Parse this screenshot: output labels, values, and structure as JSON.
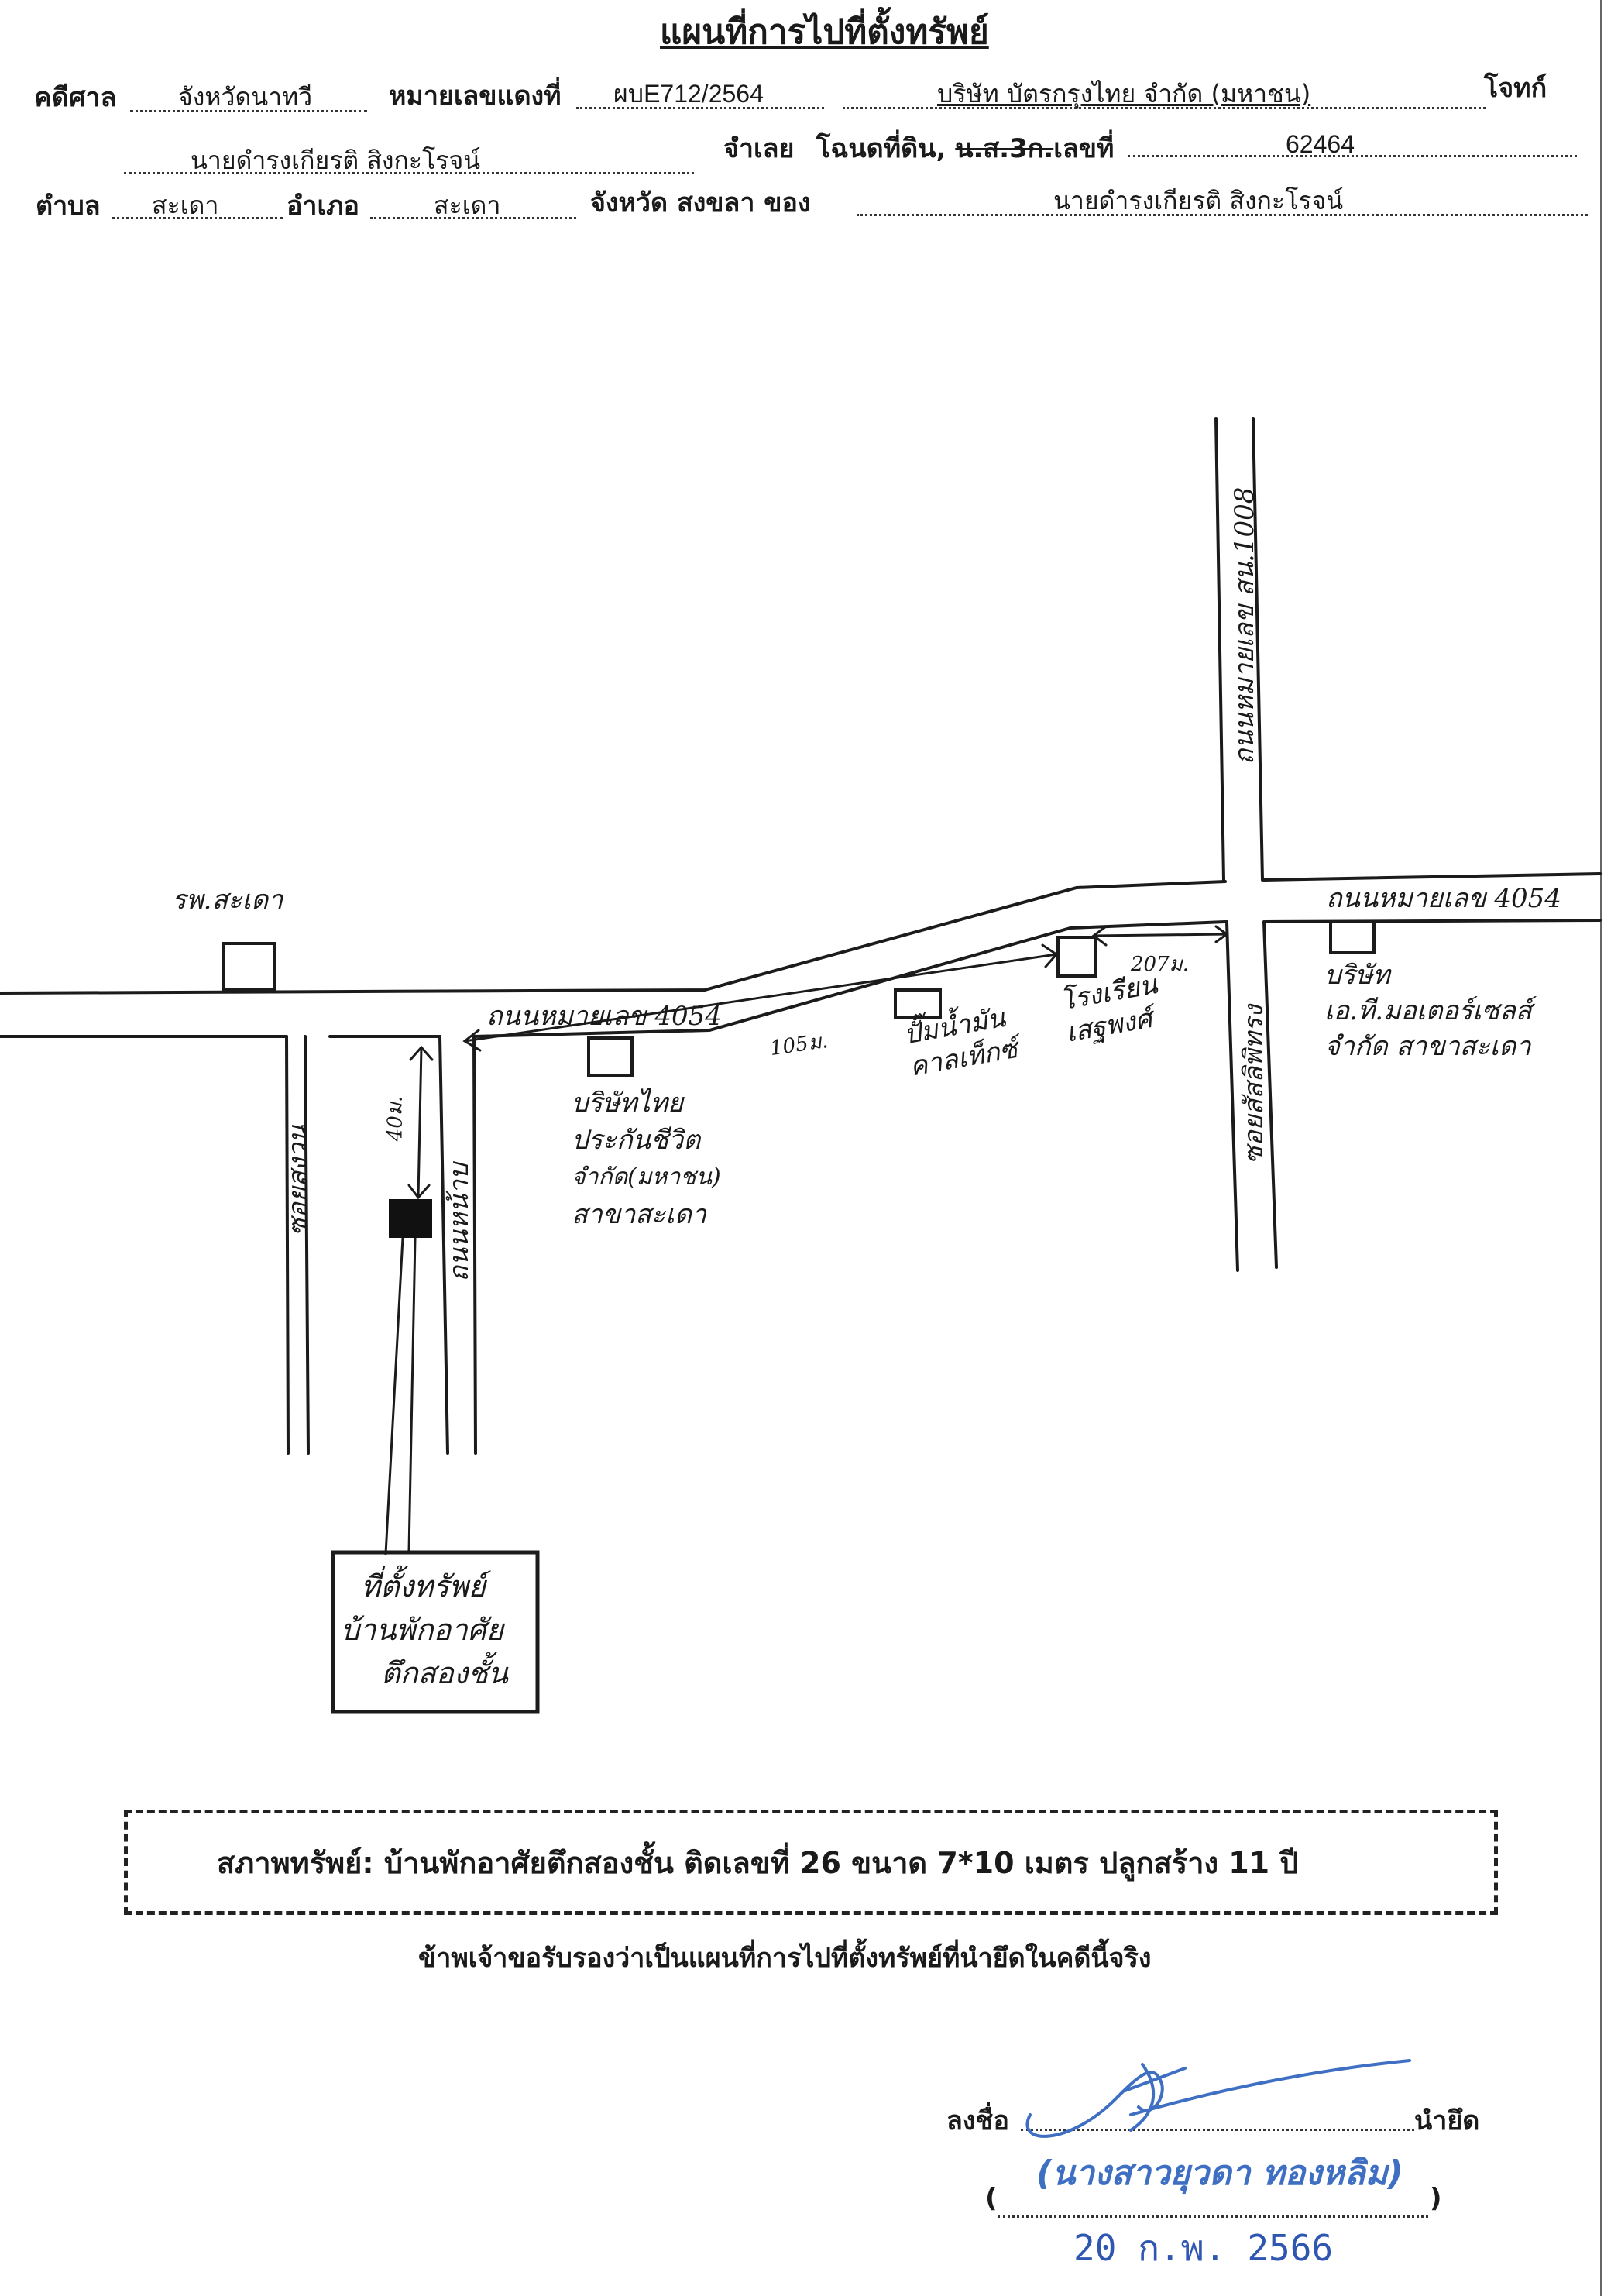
{
  "header": {
    "title": "แผนที่การไปที่ตั้งทรัพย์",
    "court_label": "คดีศาล",
    "court_value": "จังหวัดนาทวี",
    "red_case_label": "หมายเลขแดงที่",
    "red_case_value": "ผบE712/2564",
    "plaintiff_value": "บริษัท บัตรกรุงไทย จำกัด (มหาชน)",
    "plaintiff_label": "โจทก์",
    "defendant_value": "นายดำรงเกียรติ สิงกะโรจน์",
    "defendant_label": "จำเลย",
    "deed_label_a": "โฉนดที่ดิน,",
    "deed_label_struck": "น.ส.3ก.",
    "deed_label_b": "เลขที่",
    "deed_value": "62464",
    "subdistrict_label": "ตำบล",
    "subdistrict_value": "สะเดา",
    "district_label": "อำเภอ",
    "district_value": "สะเดา",
    "province_label": "จังหวัด สงขลา ของ",
    "owner_value": "นายดำรงเกียรติ สิงกะโรจน์"
  },
  "map": {
    "hospital": "รพ.สะเดา",
    "road_main_left": "ถนนหมายเลข 4054",
    "road_main_right": "ถนนหมายเลข 4054",
    "road_north": "ถนนหมายเลข สน.1008",
    "soi_left": "ซอยสงวน",
    "soi_right": "ซอยสัสลิพิทรง",
    "road_side": "ถนนหน้าบ",
    "dist_vertical": "40ม.",
    "dist_mid": "105ม.",
    "dist_right": "207ม.",
    "insurance": [
      "บริษัทไทย",
      "ประกันชีวิต",
      "จำกัด(มหาชน)",
      "สาขาสะเดา"
    ],
    "gas_station": [
      "ปั๊มน้ำมัน",
      "คาลเท็กซ์"
    ],
    "school": [
      "โรงเรียน",
      "เสฐพงศ์"
    ],
    "company": [
      "บริษัท",
      "เอ.ที.มอเตอร์เซลส์",
      "จำกัด สาขาสะเดา"
    ],
    "property": [
      "ที่ตั้งทรัพย์",
      "บ้านพักอาศัย",
      "ตึกสองชั้น"
    ]
  },
  "footer": {
    "condition_text": "สภาพทรัพย์:  บ้านพักอาศัยตึกสองชั้น ติดเลขที่ 26 ขนาด 7*10 เมตร ปลูกสร้าง 11 ปี",
    "certification": "ข้าพเจ้าขอรับรองว่าเป็นแผนที่การไปที่ตั้งทรัพย์ที่นำยึดในคดีนี้จริง",
    "sign_label": "ลงชื่อ",
    "sign_role": "นำยึด",
    "stamp_name": "(นางสาวยุวดา ทองหลิม)",
    "paren_open": "(",
    "paren_close": ")",
    "date": "20 ก.พ. 2566"
  }
}
